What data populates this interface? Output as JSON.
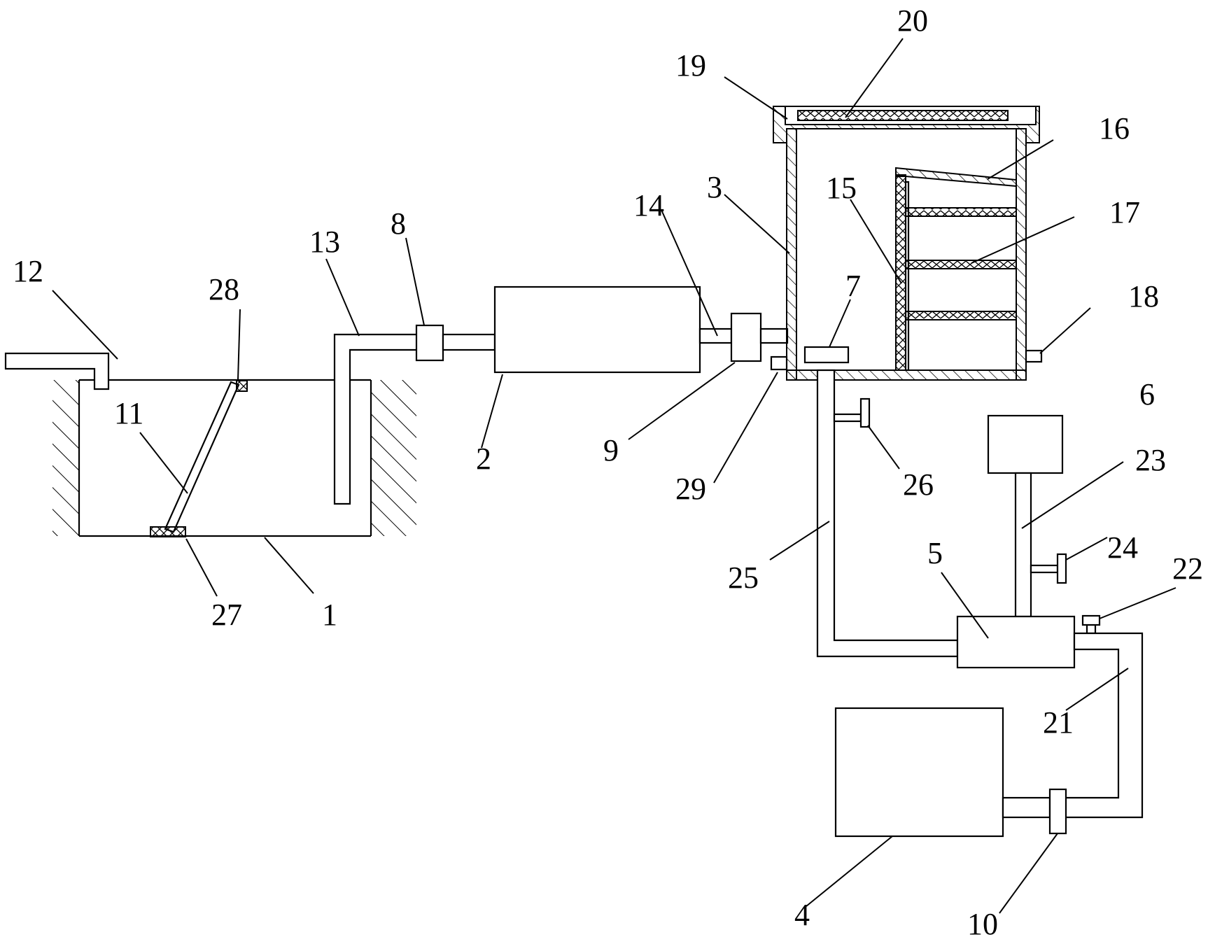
{
  "figure": {
    "labels": {
      "l1": "1",
      "l2": "2",
      "l3": "3",
      "l4": "4",
      "l5": "5",
      "l6": "6",
      "l7": "7",
      "l8": "8",
      "l9": "9",
      "l10": "10",
      "l11": "11",
      "l12": "12",
      "l13": "13",
      "l14": "14",
      "l15": "15",
      "l16": "16",
      "l17": "17",
      "l18": "18",
      "l19": "19",
      "l20": "20",
      "l21": "21",
      "l22": "22",
      "l23": "23",
      "l24": "24",
      "l25": "25",
      "l26": "26",
      "l27": "27",
      "l28": "28",
      "l29": "29"
    }
  }
}
